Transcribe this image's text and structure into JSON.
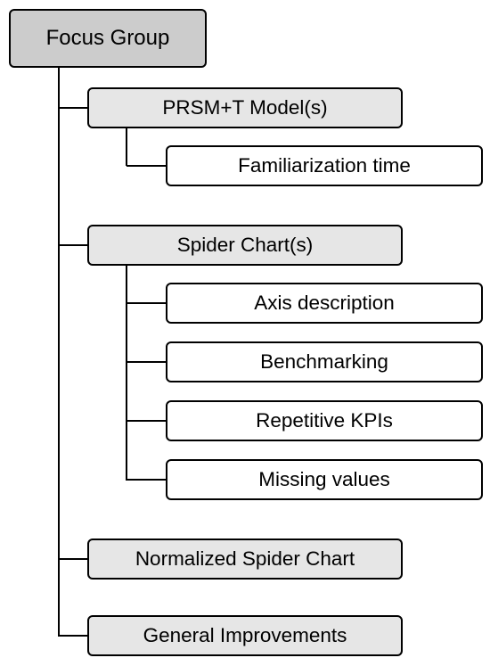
{
  "root": {
    "label": "Focus Group"
  },
  "children": [
    {
      "label": "PRSM+T Model(s)",
      "children": [
        {
          "label": "Familiarization time"
        }
      ]
    },
    {
      "label": "Spider Chart(s)",
      "children": [
        {
          "label": "Axis description"
        },
        {
          "label": "Benchmarking"
        },
        {
          "label": "Repetitive KPIs"
        },
        {
          "label": "Missing values"
        }
      ]
    },
    {
      "label": "Normalized Spider Chart",
      "children": []
    },
    {
      "label": "General Improvements",
      "children": []
    }
  ],
  "colors": {
    "root_fill": "#cccccc",
    "level1_fill": "#e6e6e6",
    "level2_fill": "#ffffff",
    "border": "#000000"
  }
}
